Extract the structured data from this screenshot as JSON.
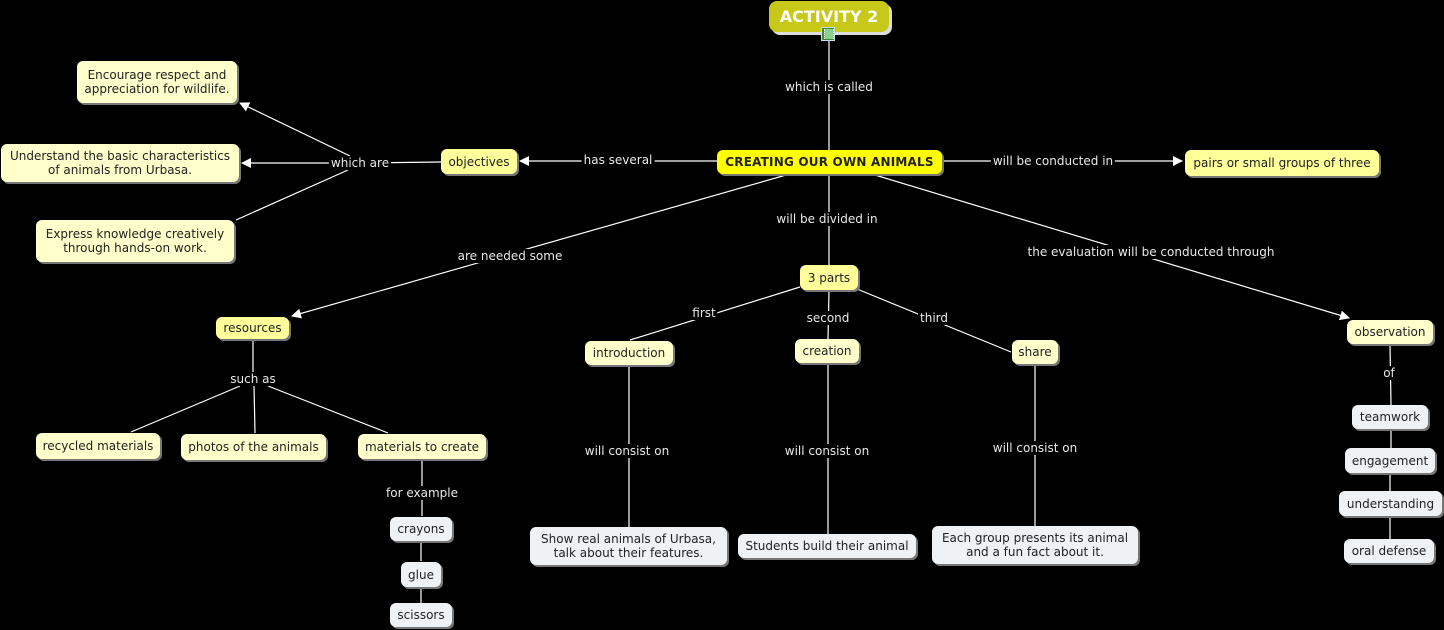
{
  "title": "ACTIVITY 2",
  "title_icon": "film-icon",
  "main_concept": "CREATING OUR OWN ANIMALS",
  "links": {
    "which_is_called": "which is called",
    "has_several": "has several",
    "which_are": "which are",
    "will_be_conducted_in": "will be conducted in",
    "are_needed_some": "are needed some",
    "will_be_divided_in": "will be divided in",
    "evaluation": "the evaluation will be conducted through",
    "such_as": "such as",
    "for_example": "for example",
    "first": "first",
    "second": "second",
    "third": "third",
    "consist_1": "will consist on",
    "consist_2": "will consist on",
    "consist_3": "will consist on",
    "of": "of"
  },
  "concepts": {
    "objectives": "objectives",
    "objective_1": "Encourage respect and\nappreciation for wildlife.",
    "objective_2": "Understand the basic characteristics\nof animals from Urbasa.",
    "objective_3": "Express knowledge creatively\nthrough hands-on work.",
    "groups": "pairs or small groups of three",
    "resources": "resources",
    "recycled": "recycled materials",
    "photos": "photos of the animals",
    "materials": "materials to create",
    "crayons": "crayons",
    "glue": "glue",
    "scissors": "scissors",
    "three_parts": "3 parts",
    "introduction": "introduction",
    "creation": "creation",
    "share": "share",
    "intro_desc": "Show real animals of Urbasa,\ntalk about their features.",
    "creation_desc": "Students build their animal",
    "share_desc": "Each group presents its animal\nand a fun fact about it.",
    "observation": "observation",
    "teamwork": "teamwork",
    "engagement": "engagement",
    "understanding": "understanding",
    "oral_defense": "oral defense"
  }
}
